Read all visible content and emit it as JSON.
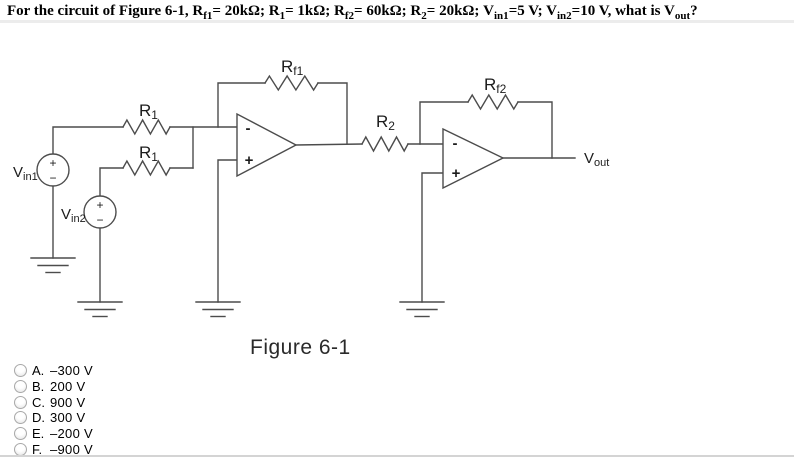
{
  "title": {
    "segments": [
      [
        "For the circuit of Figure 6-1, R",
        "f1"
      ],
      [
        "= 20kΩ; R",
        "1"
      ],
      [
        "= 1kΩ; R",
        "f2"
      ],
      [
        "= 60kΩ; R",
        "2"
      ],
      [
        "= 20kΩ; V",
        "in1"
      ],
      [
        "=5 V; V",
        "in2"
      ],
      [
        "=10 V, what is V",
        "out"
      ],
      [
        "?",
        ""
      ]
    ]
  },
  "circuit": {
    "caption": "Figure 6-1",
    "labels": {
      "rf1": {
        "base": "R",
        "sub": "f1"
      },
      "r1_top": {
        "base": "R",
        "sub": "1"
      },
      "r1_bot": {
        "base": "R",
        "sub": "1"
      },
      "r2": {
        "base": "R",
        "sub": "2"
      },
      "rf2": {
        "base": "R",
        "sub": "f2"
      },
      "vin1": {
        "base": "V",
        "sub": "in1"
      },
      "vin2": {
        "base": "V",
        "sub": "in2"
      },
      "vout": {
        "base": "V",
        "sub": "out"
      }
    },
    "opamp1": {
      "minus": "-",
      "plus": "+"
    },
    "opamp2": {
      "minus": "-",
      "plus": "+"
    },
    "source1": {
      "plus": "+",
      "minus": "−"
    },
    "source2": {
      "plus": "+",
      "minus": "−"
    }
  },
  "options": [
    {
      "letter": "A.",
      "value": "–300 V"
    },
    {
      "letter": "B.",
      "value": "200 V"
    },
    {
      "letter": "C.",
      "value": "900 V"
    },
    {
      "letter": "D.",
      "value": "300 V"
    },
    {
      "letter": "E.",
      "value": "–200 V"
    },
    {
      "letter": "F.",
      "value": "–900 V"
    }
  ]
}
